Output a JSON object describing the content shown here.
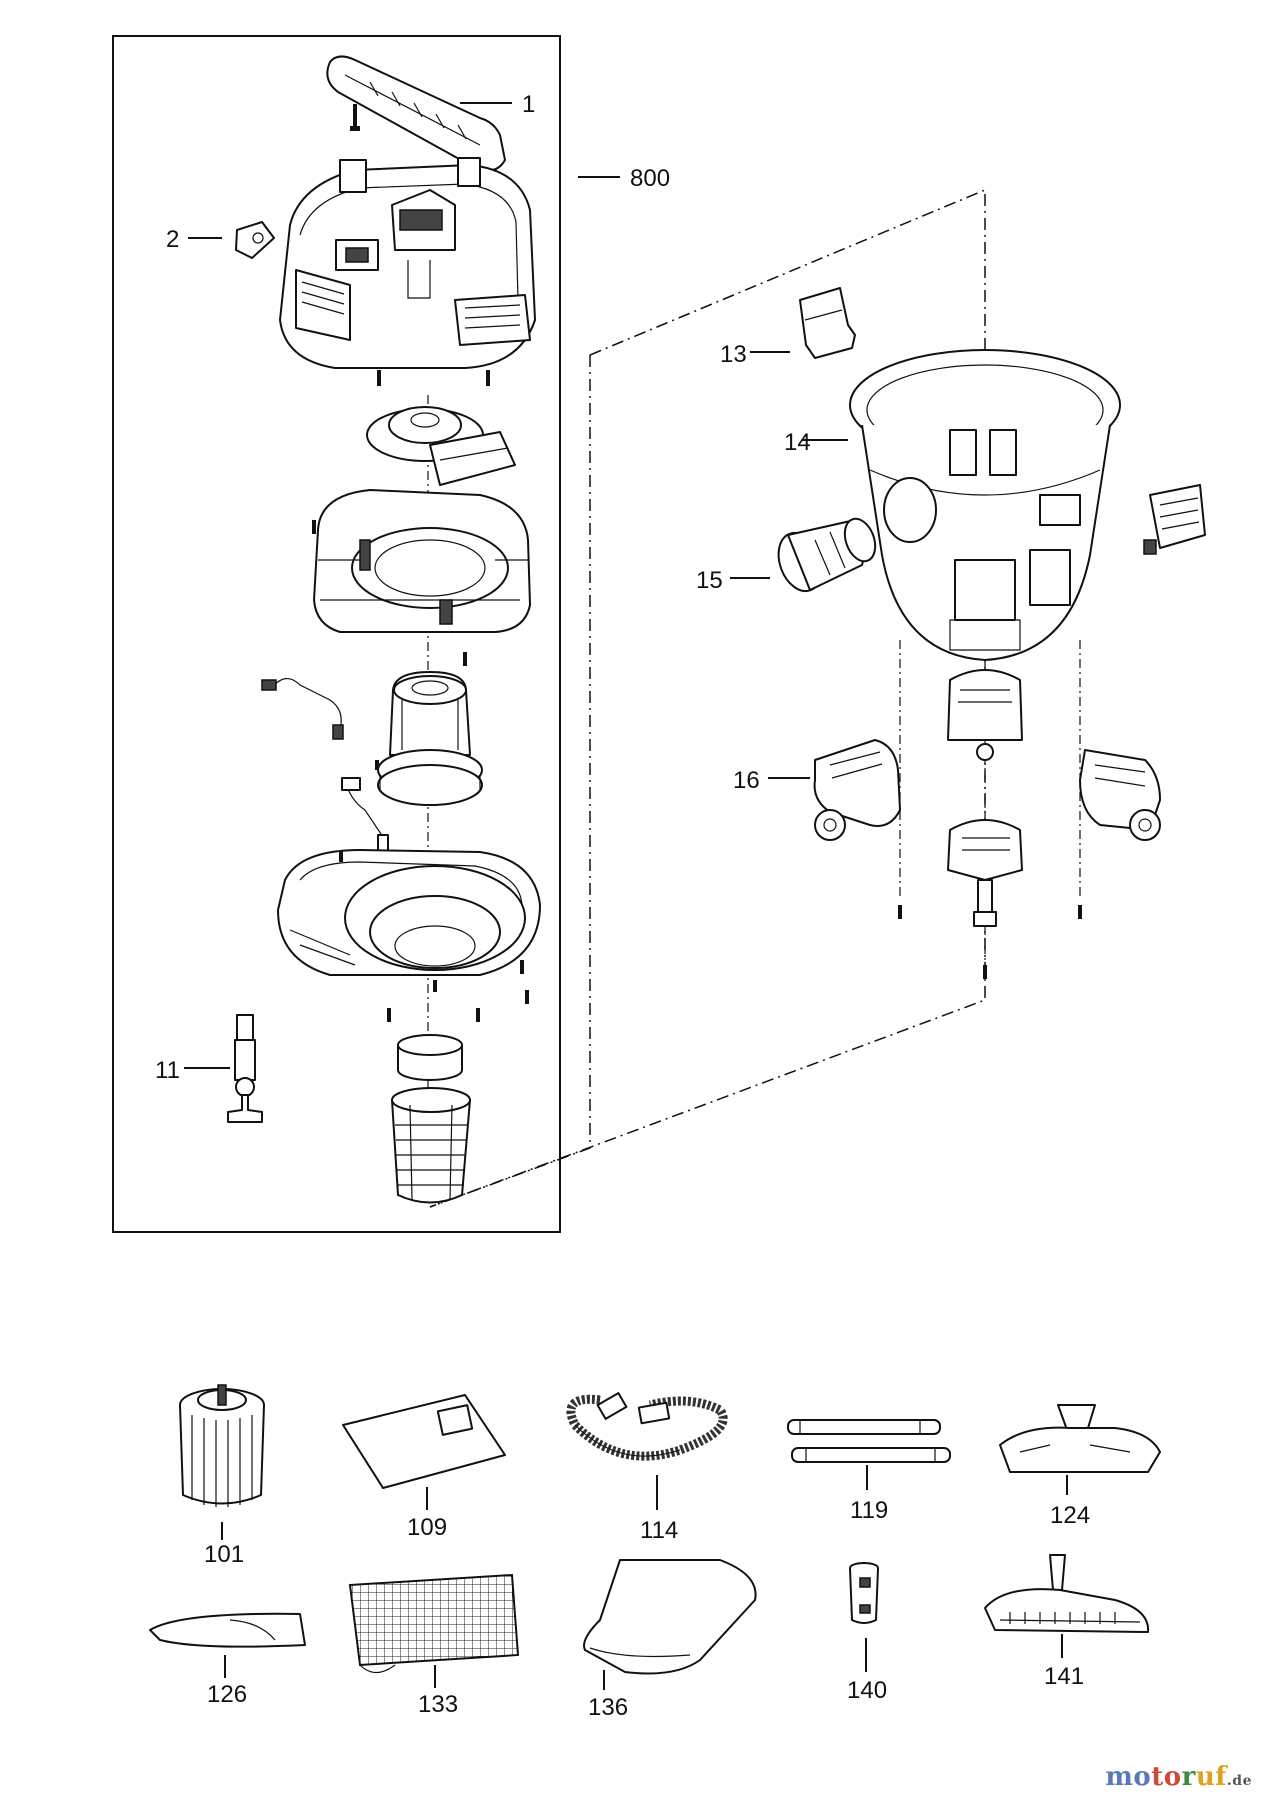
{
  "diagram": {
    "assembly_label": "800",
    "part_labels": {
      "p1": "1",
      "p2": "2",
      "p11": "11",
      "p13": "13",
      "p14": "14",
      "p15": "15",
      "p16": "16",
      "p101": "101",
      "p109": "109",
      "p114": "114",
      "p119": "119",
      "p124": "124",
      "p126": "126",
      "p133": "133",
      "p136": "136",
      "p140": "140",
      "p141": "141"
    }
  },
  "watermark": {
    "text": "motoruf",
    "suffix": ".de",
    "colors": [
      "#5a78b8",
      "#d04a3a",
      "#3c8c3c",
      "#e0a020"
    ]
  }
}
